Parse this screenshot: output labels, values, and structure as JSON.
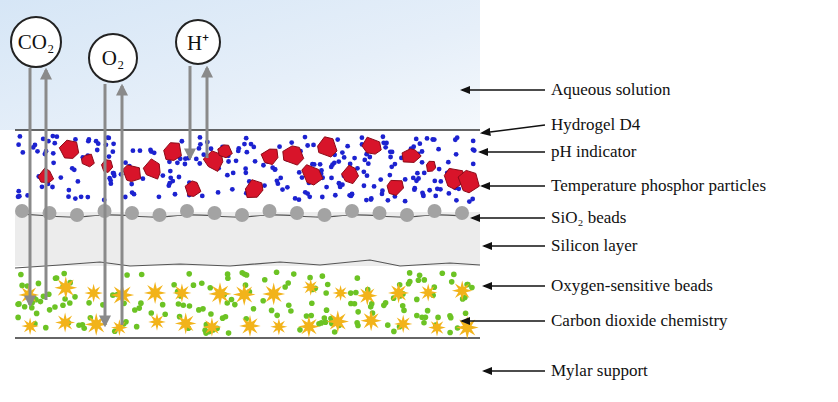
{
  "diagram": {
    "nodes": [
      {
        "text": [
          "CO₂"
        ]
      },
      {
        "text": [
          "O₂"
        ]
      },
      {
        "text": [
          "H⁺"
        ]
      }
    ],
    "labels": [
      "Aqueous solution",
      "Hydrogel D4",
      "pH indicator",
      "Temperature phosphor particles",
      "SiO₂ beads",
      "Silicon layer",
      "Oxygen-sensitive beads",
      "Carbon dioxide chemistry",
      "Mylar support"
    ]
  }
}
